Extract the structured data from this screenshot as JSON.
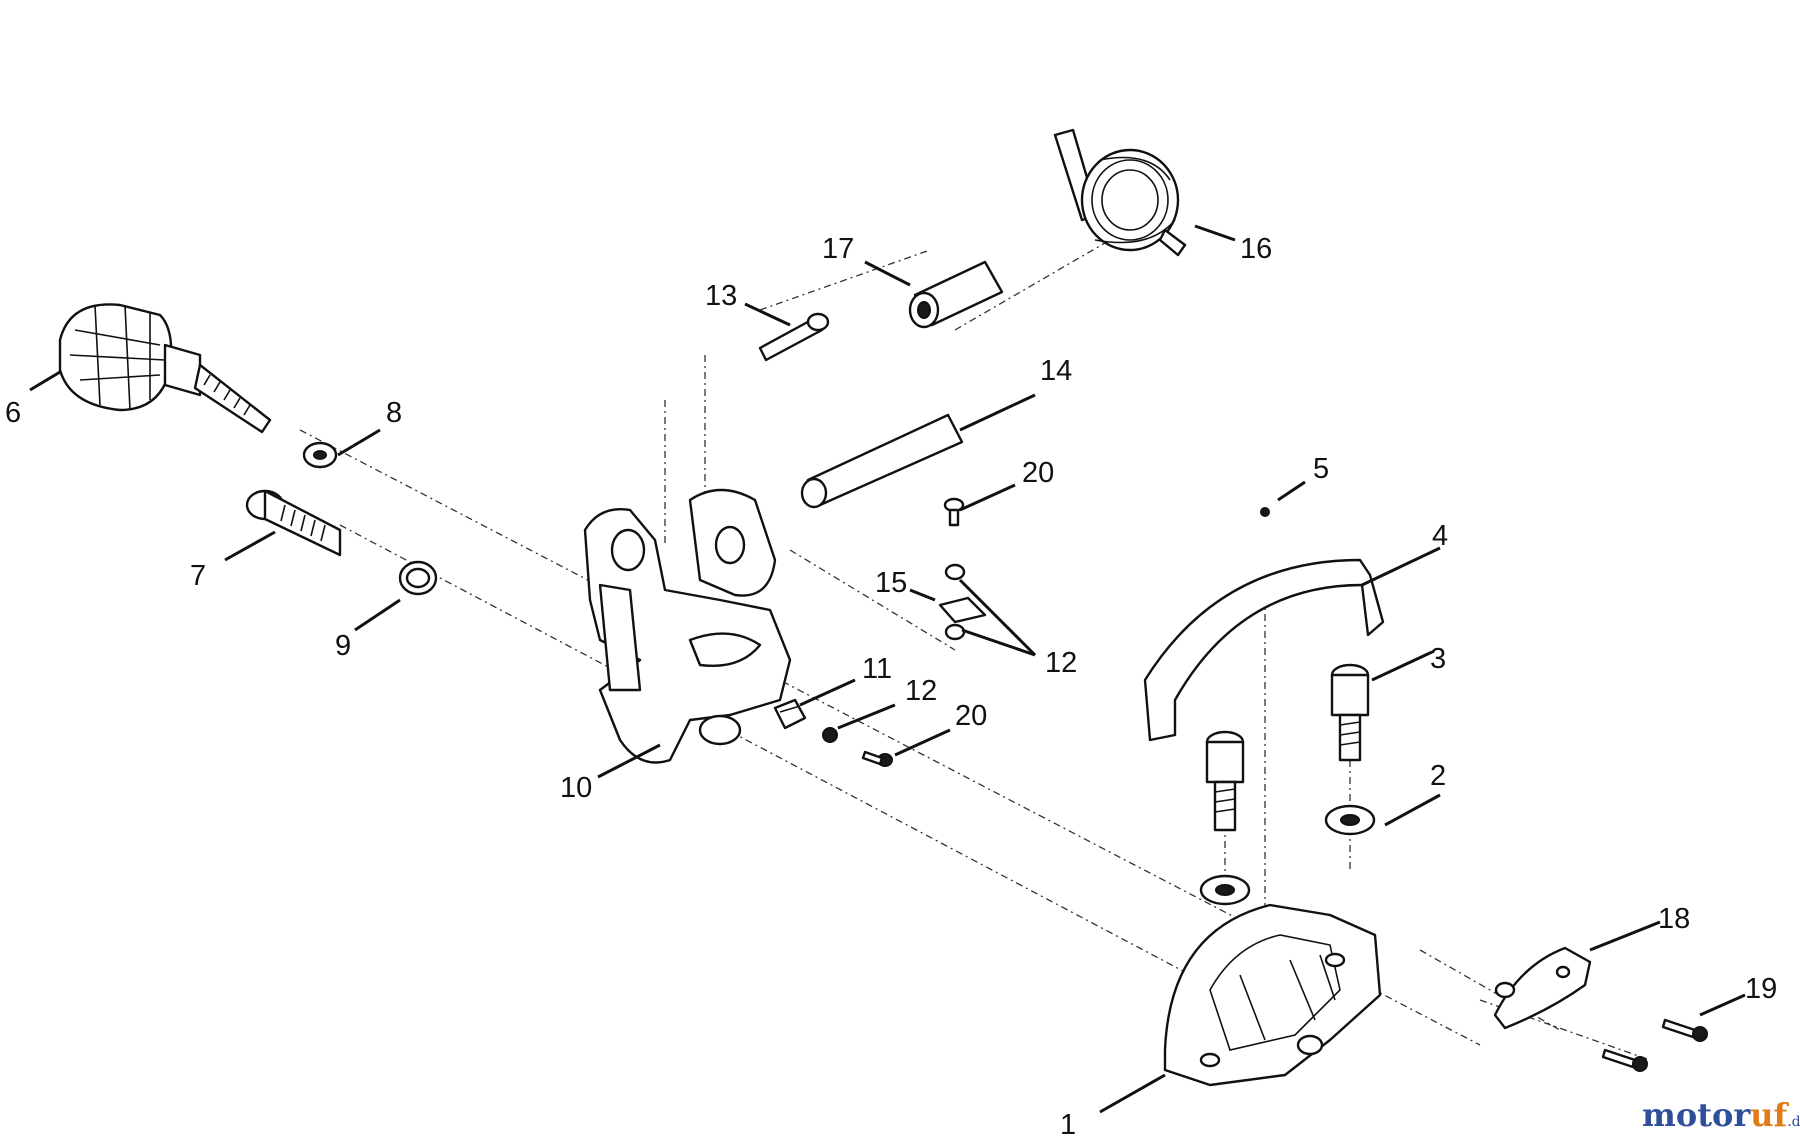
{
  "diagram": {
    "callouts": {
      "c1": "1",
      "c2": "2",
      "c3": "3",
      "c4": "4",
      "c5": "5",
      "c6": "6",
      "c7": "7",
      "c8": "8",
      "c9": "9",
      "c10": "10",
      "c11": "11",
      "c12a": "12",
      "c12b": "12",
      "c13": "13",
      "c14": "14",
      "c15": "15",
      "c16": "16",
      "c17": "17",
      "c18": "18",
      "c19": "19",
      "c20a": "20",
      "c20b": "20"
    }
  },
  "watermark": {
    "brand_a": "motor",
    "brand_b": "uf",
    "brand_c": ".de"
  }
}
